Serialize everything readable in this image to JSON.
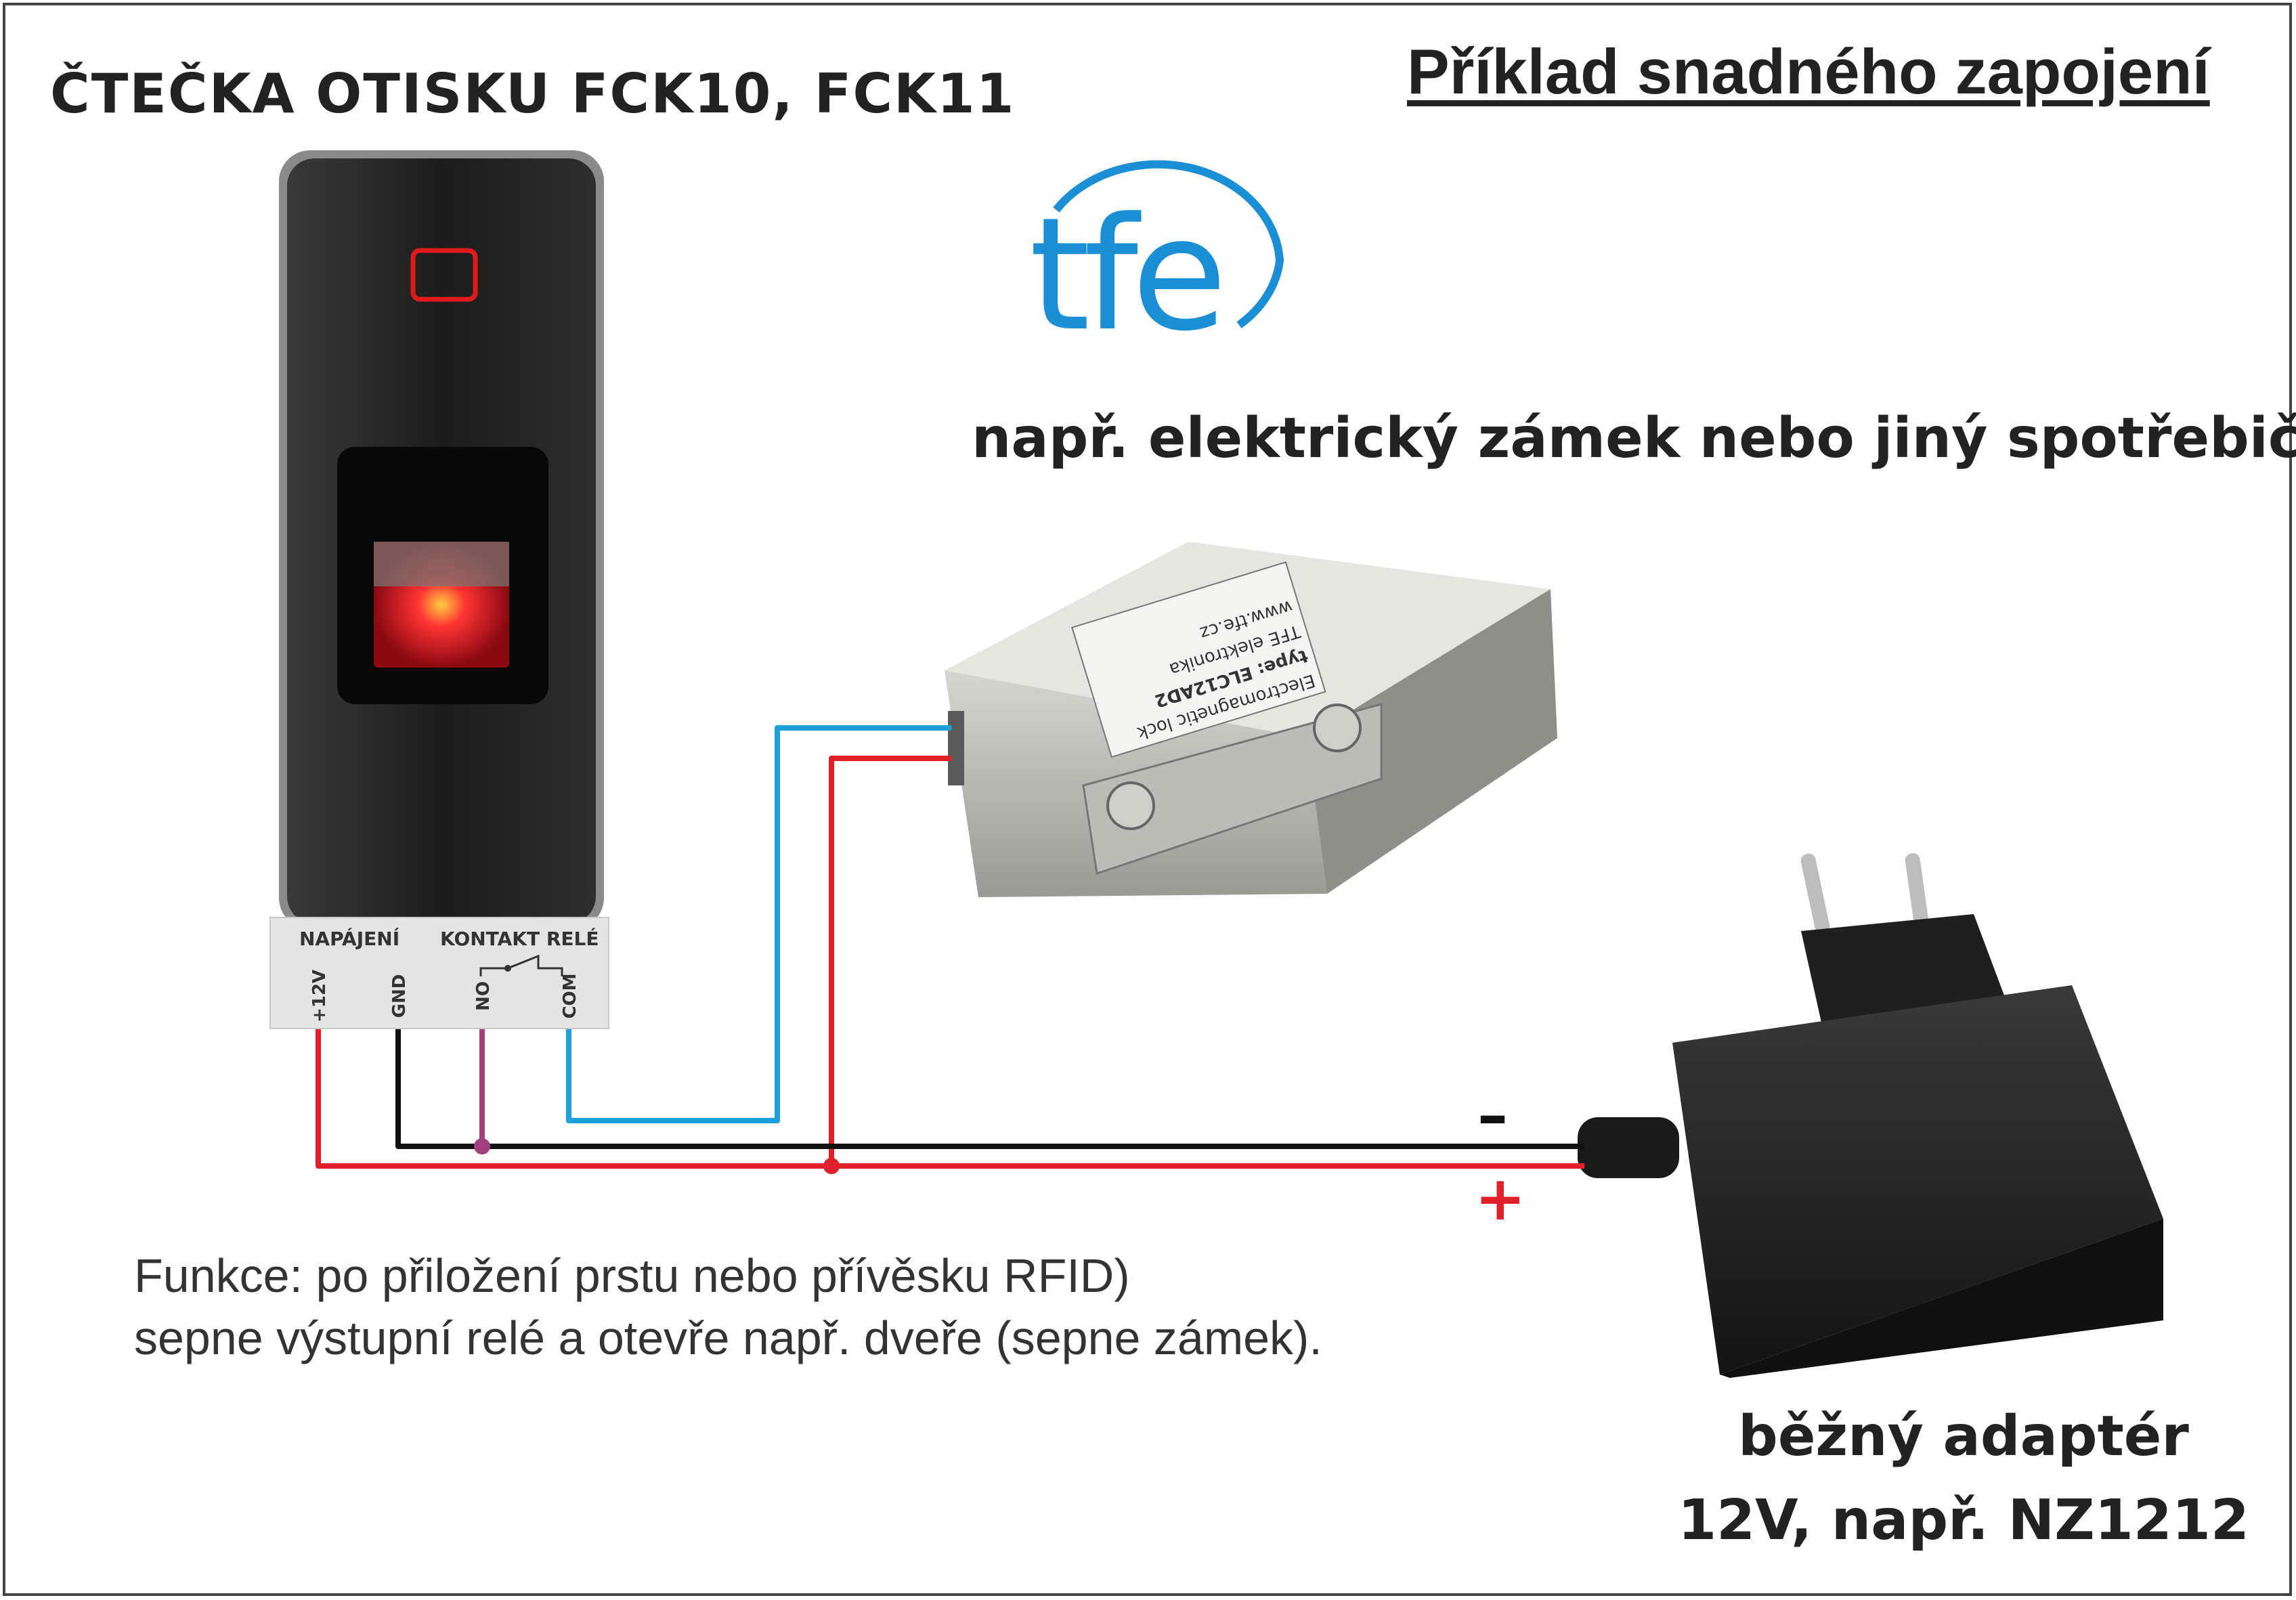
{
  "title_left": "ČTEČKA OTISKU FCK10, FCK11",
  "title_right": "Příklad snadného zapojení",
  "logo_text": "tfe",
  "lock_label": "např. elektrický zámek nebo jiný spotřebič",
  "lock_sticker": {
    "line1": "Electromagnetic lock",
    "line2": "type: ELC12AD2",
    "line3": "TFE elektronika",
    "line4": "www.tfe.cz"
  },
  "terminal_strip": {
    "group_power": "NAPÁJENÍ",
    "group_relay": "KONTAKT RELÉ",
    "pins": [
      "+12V",
      "GND",
      "NO",
      "COM"
    ]
  },
  "polarity": {
    "minus": "–",
    "plus": "+"
  },
  "function_text": {
    "line1": "Funkce: po přiložení prstu nebo přívěsku RFID)",
    "line2": "sepne výstupní relé a otevře např. dveře (sepne zámek)."
  },
  "adapter_label": {
    "line1": "běžný adaptér",
    "line2": "12V, např. NZ1212"
  },
  "colors": {
    "wire_red": "#e0202a",
    "wire_black": "#111111",
    "wire_blue": "#1fa0dd",
    "wire_purple": "#a0407e",
    "logo_blue": "#1b8fd6"
  }
}
